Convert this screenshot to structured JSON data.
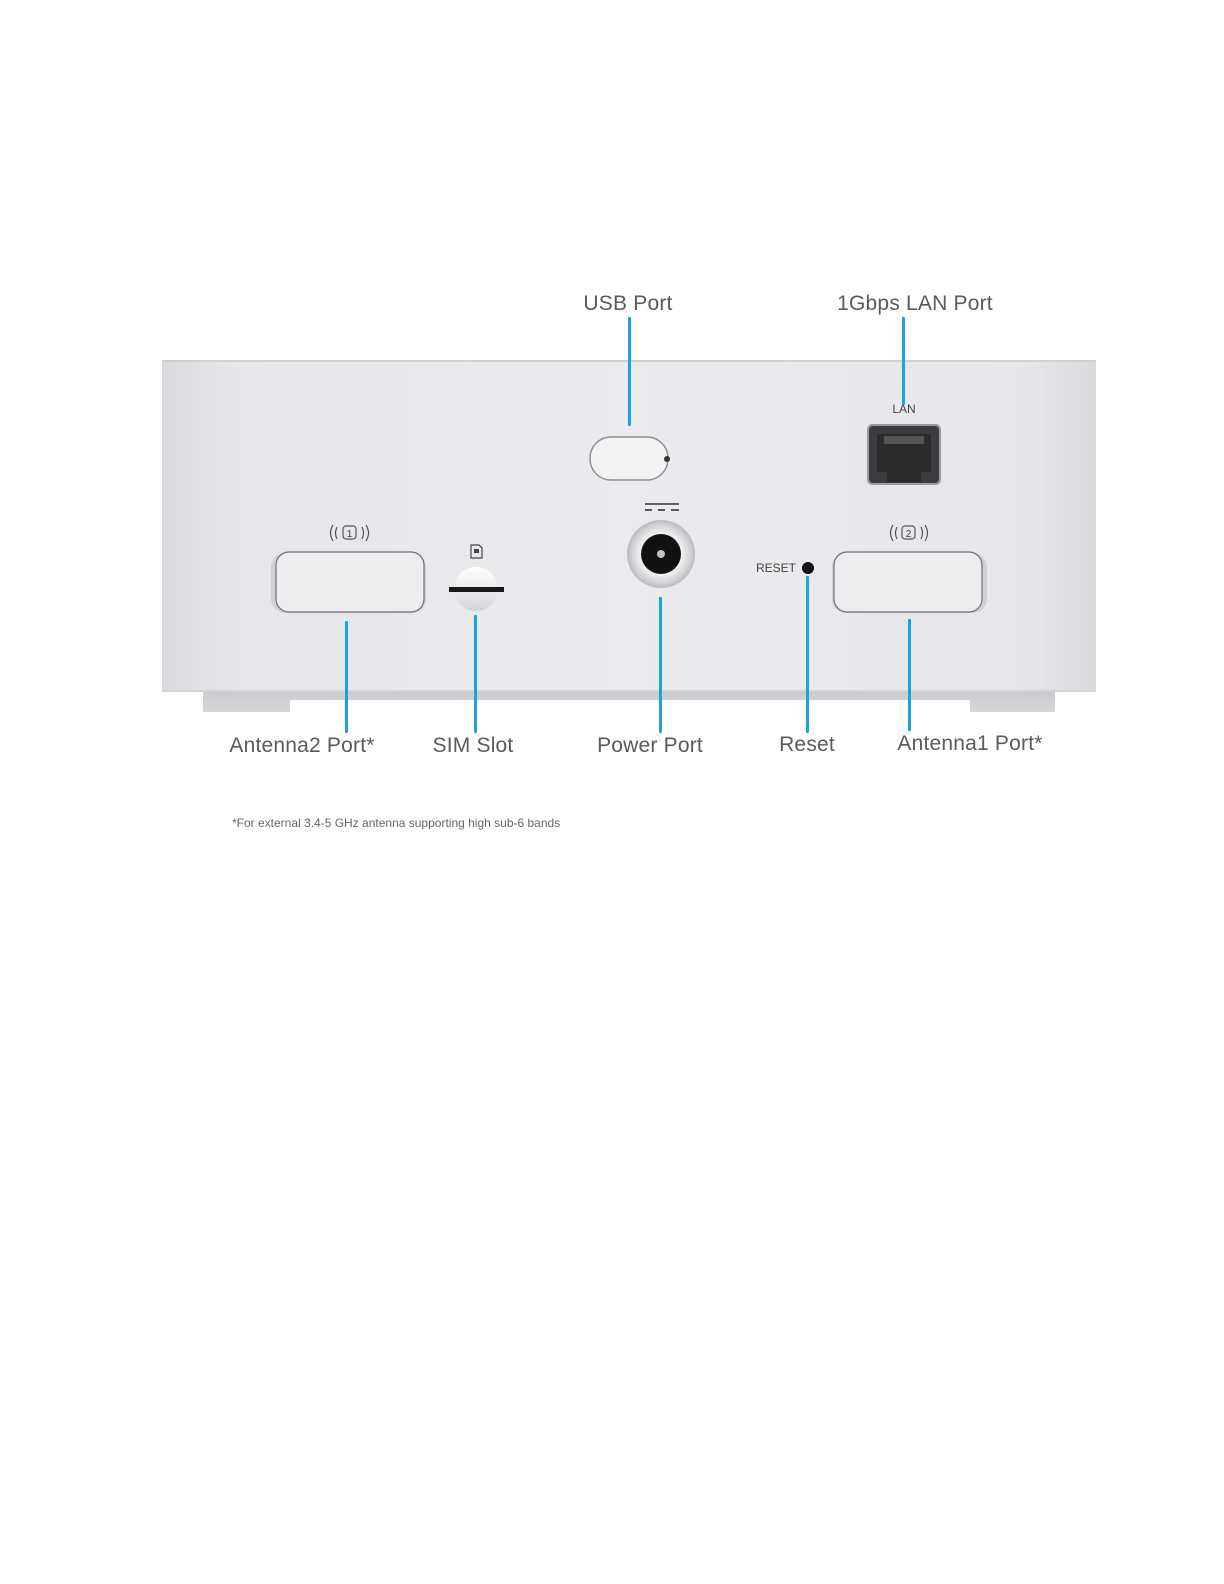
{
  "callouts": {
    "usb": "USB Port",
    "lan": "1Gbps LAN Port",
    "antenna2": "Antenna2 Port*",
    "sim": "SIM Slot",
    "power": "Power Port",
    "reset": "Reset",
    "antenna1": "Antenna1 Port*"
  },
  "device_labels": {
    "lan": "LAN",
    "reset": "RESET",
    "antenna_left_number": "1",
    "antenna_right_number": "2"
  },
  "footnote": "*For external 3.4-5 GHz antenna supporting high sub-6 bands",
  "colors": {
    "leader_line": "#1aa3dd",
    "device_body": "#e9eaed"
  }
}
